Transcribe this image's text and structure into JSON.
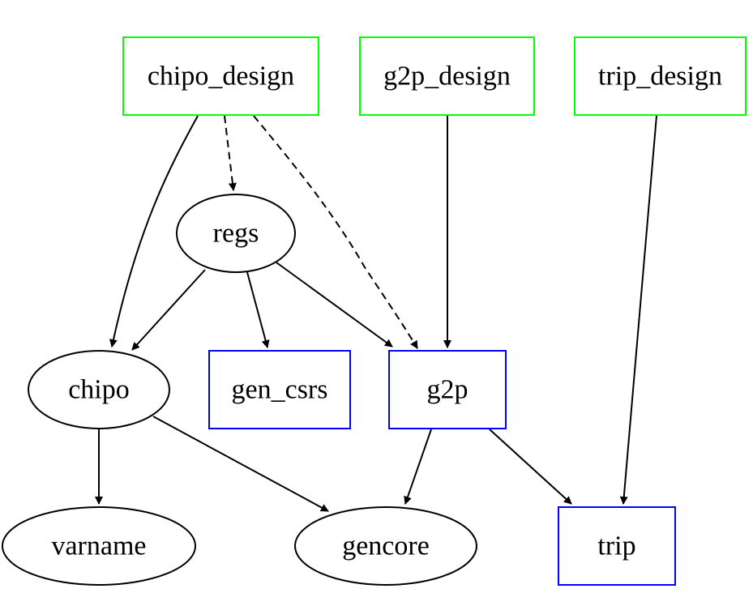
{
  "graph": {
    "nodes": [
      {
        "id": "chipo_design",
        "label": "chipo_design",
        "shape": "box",
        "color": "#00ff00"
      },
      {
        "id": "g2p_design",
        "label": "g2p_design",
        "shape": "box",
        "color": "#00ff00"
      },
      {
        "id": "trip_design",
        "label": "trip_design",
        "shape": "box",
        "color": "#00ff00"
      },
      {
        "id": "regs",
        "label": "regs",
        "shape": "ellipse",
        "color": "#000000"
      },
      {
        "id": "chipo",
        "label": "chipo",
        "shape": "ellipse",
        "color": "#000000"
      },
      {
        "id": "gen_csrs",
        "label": "gen_csrs",
        "shape": "box",
        "color": "#0000ff"
      },
      {
        "id": "g2p",
        "label": "g2p",
        "shape": "box",
        "color": "#0000ff"
      },
      {
        "id": "varname",
        "label": "varname",
        "shape": "ellipse",
        "color": "#000000"
      },
      {
        "id": "gencore",
        "label": "gencore",
        "shape": "ellipse",
        "color": "#000000"
      },
      {
        "id": "trip",
        "label": "trip",
        "shape": "box",
        "color": "#0000ff"
      }
    ],
    "edges": [
      {
        "from": "chipo_design",
        "to": "chipo",
        "style": "solid"
      },
      {
        "from": "chipo_design",
        "to": "regs",
        "style": "dashed"
      },
      {
        "from": "chipo_design",
        "to": "g2p",
        "style": "dashed"
      },
      {
        "from": "g2p_design",
        "to": "g2p",
        "style": "solid"
      },
      {
        "from": "trip_design",
        "to": "trip",
        "style": "solid"
      },
      {
        "from": "regs",
        "to": "chipo",
        "style": "solid"
      },
      {
        "from": "regs",
        "to": "gen_csrs",
        "style": "solid"
      },
      {
        "from": "regs",
        "to": "g2p",
        "style": "solid"
      },
      {
        "from": "chipo",
        "to": "varname",
        "style": "solid"
      },
      {
        "from": "chipo",
        "to": "gencore",
        "style": "solid"
      },
      {
        "from": "g2p",
        "to": "gencore",
        "style": "solid"
      },
      {
        "from": "g2p",
        "to": "trip",
        "style": "solid"
      }
    ]
  }
}
